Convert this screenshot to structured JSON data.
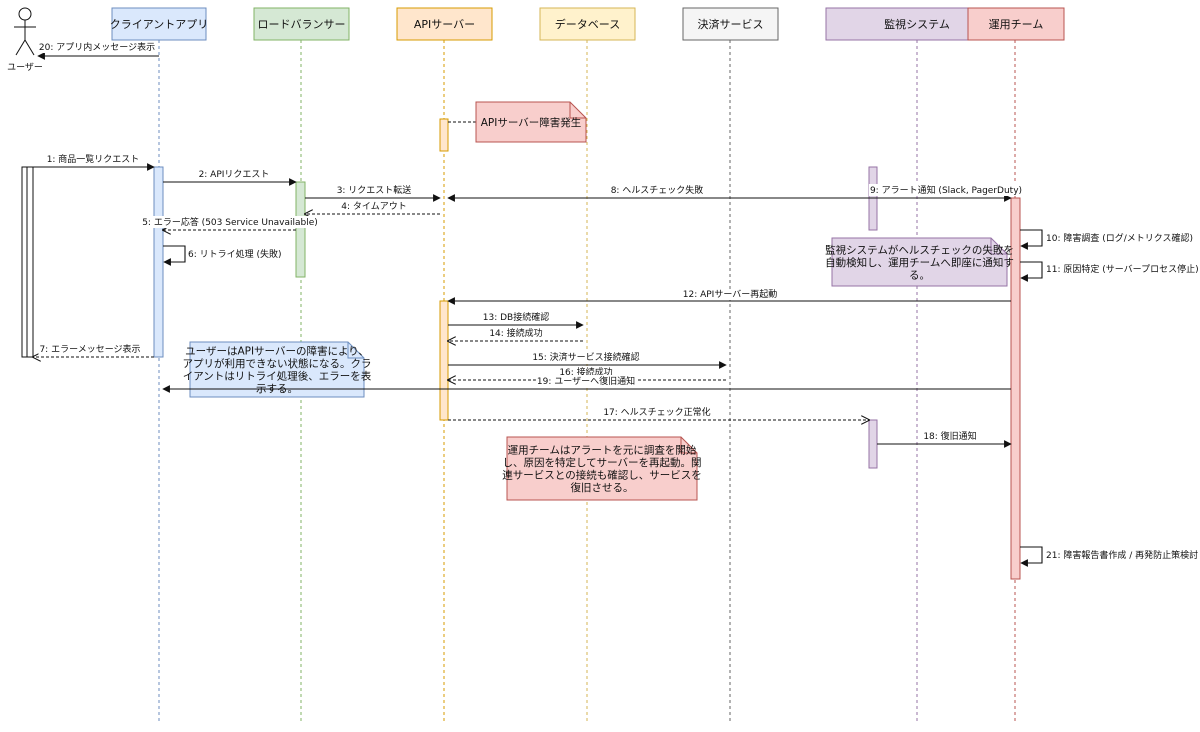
{
  "actor": {
    "label": "ユーザー"
  },
  "participants": [
    {
      "label": "クライアントアプリ",
      "fill": "#dae8fc",
      "stroke": "#6c8ebf"
    },
    {
      "label": "ロードバランサー",
      "fill": "#d5e8d4",
      "stroke": "#82b366"
    },
    {
      "label": "APIサーバー",
      "fill": "#ffe6cc",
      "stroke": "#d79b00"
    },
    {
      "label": "データベース",
      "fill": "#fff2cc",
      "stroke": "#d6b656"
    },
    {
      "label": "決済サービス",
      "fill": "#f5f5f5",
      "stroke": "#666666"
    },
    {
      "label": "監視システム",
      "fill": "#e1d5e7",
      "stroke": "#9673a6"
    },
    {
      "label": "運用チーム",
      "fill": "#f8cecc",
      "stroke": "#b85450"
    }
  ],
  "messages": [
    {
      "label": "20: アプリ内メッセージ表示",
      "style": "solid"
    },
    {
      "label": "1: 商品一覧リクエスト",
      "style": "solid"
    },
    {
      "label": "2: APIリクエスト",
      "style": "solid"
    },
    {
      "label": "3: リクエスト転送",
      "style": "solid"
    },
    {
      "label": "8: ヘルスチェック失敗",
      "style": "solid"
    },
    {
      "label": "9: アラート通知 (Slack, PagerDuty)",
      "style": "solid"
    },
    {
      "label": "4: タイムアウト",
      "style": "dashed"
    },
    {
      "label": "5: エラー応答 (503 Service Unavailable)",
      "style": "dashed"
    },
    {
      "label": "6: リトライ処理 (失敗)",
      "style": "solid"
    },
    {
      "label": "10: 障害調査 (ログ/メトリクス確認)",
      "style": "solid"
    },
    {
      "label": "11: 原因特定 (サーバープロセス停止)",
      "style": "solid"
    },
    {
      "label": "12: APIサーバー再起動",
      "style": "solid"
    },
    {
      "label": "13: DB接続確認",
      "style": "solid"
    },
    {
      "label": "14: 接続成功",
      "style": "dashed"
    },
    {
      "label": "7: エラーメッセージ表示",
      "style": "dashed"
    },
    {
      "label": "15: 決済サービス接続確認",
      "style": "solid"
    },
    {
      "label": "16: 接続成功",
      "style": "dashed"
    },
    {
      "label": "19: ユーザーへ復旧通知",
      "style": "solid"
    },
    {
      "label": "17: ヘルスチェック正常化",
      "style": "dashed"
    },
    {
      "label": "18: 復旧通知",
      "style": "solid"
    },
    {
      "label": "21: 障害報告書作成 / 再発防止策検討",
      "style": "solid"
    }
  ],
  "notes": [
    {
      "lines": [
        "APIサーバー障害発生"
      ],
      "fill": "#f8cecc",
      "stroke": "#b85450"
    },
    {
      "lines": [
        "監視システムがヘルスチェックの失敗を",
        "自動検知し、運用チームへ即座に通知す",
        "る。"
      ],
      "fill": "#e1d5e7",
      "stroke": "#9673a6"
    },
    {
      "lines": [
        "ユーザーはAPIサーバーの障害により、",
        "アプリが利用できない状態になる。クラ",
        "イアントはリトライ処理後、エラーを表",
        "示する。"
      ],
      "fill": "#dae8fc",
      "stroke": "#6c8ebf"
    },
    {
      "lines": [
        "運用チームはアラートを元に調査を開始",
        "し、原因を特定してサーバーを再起動。関",
        "連サービスとの接続も確認し、サービスを",
        "復旧させる。"
      ],
      "fill": "#f8cecc",
      "stroke": "#b85450"
    }
  ]
}
